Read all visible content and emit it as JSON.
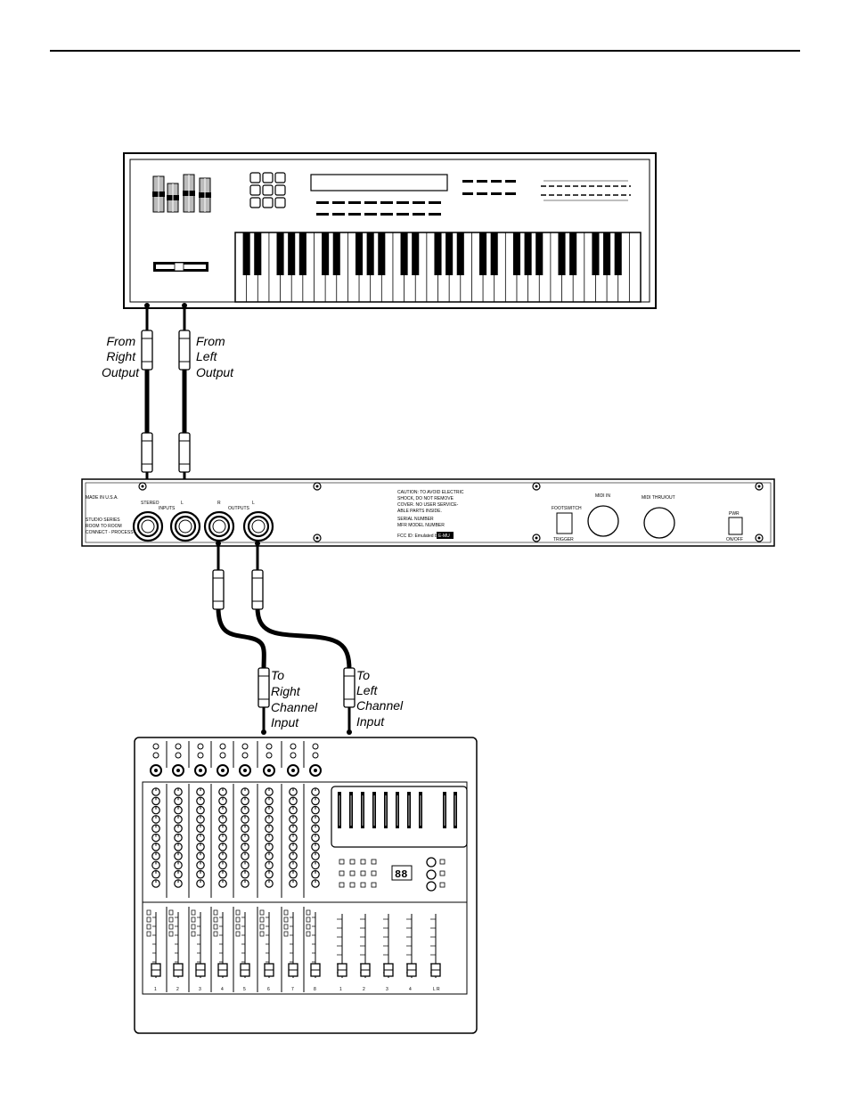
{
  "labels": {
    "from_right": [
      "From",
      "Right",
      "Output"
    ],
    "from_left": [
      "From",
      "Left",
      "Output"
    ],
    "to_right": [
      "To",
      "Right",
      "Channel",
      "Input"
    ],
    "to_left": [
      "To",
      "Left",
      "Channel",
      "Input"
    ]
  },
  "rack_unit": {
    "made_in": "MADE IN U.S.A.",
    "model_lines": [
      "STUDIO SERIES",
      "ROOM TO ROOM",
      "CONNECT - PROCESS"
    ],
    "inputs_label": "INPUTS",
    "stereo_label": "STEREO",
    "l_label": "L",
    "r_label": "R",
    "outputs_label": "OUTPUTS",
    "caution_lines": [
      "CAUTION: TO AVOID ELECTRIC",
      "SHOCK, DO NOT REMOVE",
      "COVER. NO USER SERVICE-",
      "ABLE PARTS INSIDE."
    ],
    "serial_lines": [
      "SERIAL NUMBER",
      "MFR MODEL NUMBER"
    ],
    "emu_line": "FCC ID: Emulated by",
    "emu_badge": "E-MU",
    "footswitch_label": "FOOTSWITCH",
    "footswitch_sub": "TRIGGER",
    "midi_in_label": "MIDI IN",
    "midi_thru_label": "MIDI THRU/OUT",
    "power_label": "PWR",
    "power_sub": "ON/OFF"
  },
  "mixer": {
    "display_value": "88",
    "channel_numbers": [
      "1",
      "2",
      "3",
      "4",
      "5",
      "6",
      "7",
      "8"
    ],
    "master_numbers": [
      "1",
      "2",
      "3",
      "4",
      "L R"
    ]
  },
  "colors": {
    "ink": "#000000",
    "paper": "#ffffff",
    "plate": "#dddddd"
  }
}
